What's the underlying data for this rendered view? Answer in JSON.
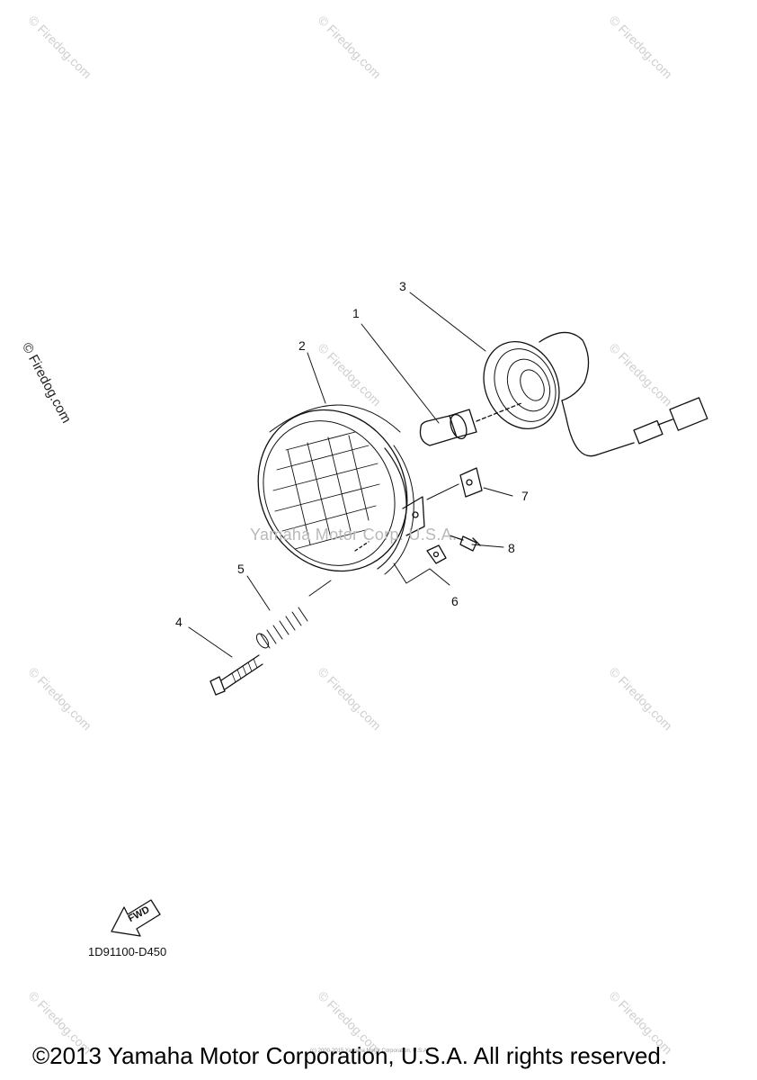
{
  "watermark": {
    "text": "© Firedog.com"
  },
  "center_watermark": "Yamaha Motor Corp. U.S.A.",
  "callouts": [
    "1",
    "2",
    "3",
    "4",
    "5",
    "6",
    "7",
    "8"
  ],
  "fwd_label": "FWD",
  "part_code": "1D91100-D450",
  "tiny_copyright": "(c) 2000-2015 Yamaha Motor Corporation, U.S.A.",
  "copyright": "©2013 Yamaha Motor Corporation, U.S.A. All rights reserved."
}
